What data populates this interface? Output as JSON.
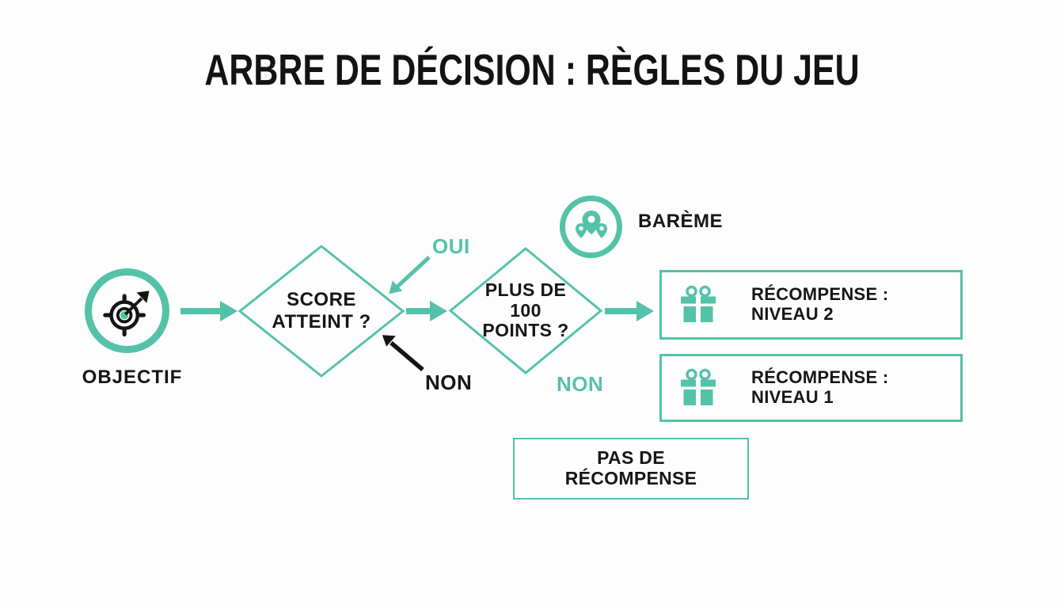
{
  "title": "ARBRE DE DÉCISION : RÈGLES DU JEU",
  "colors": {
    "teal": "#54C2A9",
    "ink": "#161616",
    "background": "#FDFDFD",
    "target_center_green": "#4FC98F"
  },
  "icons": {
    "objectif": "target-icon",
    "bareme": "map-pins-icon",
    "reward": "gift-icon"
  },
  "nodes": {
    "objectif": {
      "label": "OBJECTIF"
    },
    "decision_score": {
      "line1": "SCORE",
      "line2": "ATTEINT ?"
    },
    "decision_points": {
      "line1": "PLUS DE",
      "line2": "100",
      "line3": "POINTS ?"
    },
    "bareme": {
      "label": "BARÈME"
    },
    "reward_level2": {
      "line1": "RÉCOMPENSE :",
      "line2": "NIVEAU 2"
    },
    "reward_level1": {
      "line1": "RÉCOMPENSE :",
      "line2": "NIVEAU 1"
    },
    "no_reward": {
      "line1": "PAS DE",
      "line2": "RÉCOMPENSE"
    }
  },
  "edges": {
    "oui": "OUI",
    "non_score": "NON",
    "non_points": "NON"
  }
}
